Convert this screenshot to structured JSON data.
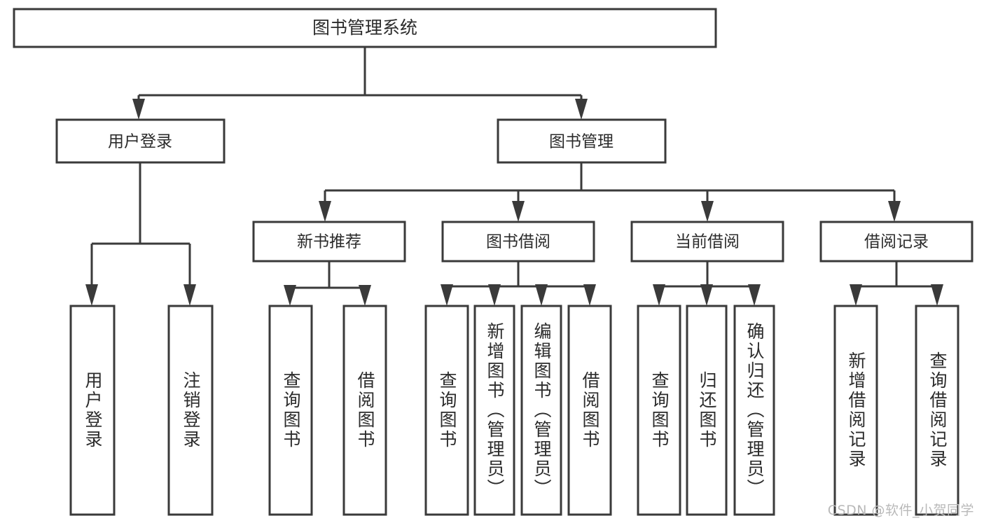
{
  "diagram": {
    "title": "图书管理系统",
    "type": "tree",
    "watermark": "CSDN @软件_小贺同学",
    "colors": {
      "background": "#ffffff",
      "box_fill": "#ffffff",
      "box_stroke": "#3a3a3a",
      "text": "#2b2b2b",
      "connector": "#3a3a3a",
      "watermark": "#b9b9b9"
    },
    "root": {
      "label": "图书管理系统",
      "level": 0
    },
    "level1": [
      {
        "label": "用户登录",
        "level": 1
      },
      {
        "label": "图书管理",
        "level": 1
      }
    ],
    "level2": [
      {
        "label": "新书推荐",
        "level": 2,
        "parent": "图书管理"
      },
      {
        "label": "图书借阅",
        "level": 2,
        "parent": "图书管理"
      },
      {
        "label": "当前借阅",
        "level": 2,
        "parent": "图书管理"
      },
      {
        "label": "借阅记录",
        "level": 2,
        "parent": "图书管理"
      }
    ],
    "leaves": [
      {
        "label": "用户登录",
        "parent": "用户登录",
        "orientation": "vertical"
      },
      {
        "label": "注销登录",
        "parent": "用户登录",
        "orientation": "vertical"
      },
      {
        "label": "查询图书",
        "parent": "新书推荐",
        "orientation": "vertical"
      },
      {
        "label": "借阅图书",
        "parent": "新书推荐",
        "orientation": "vertical"
      },
      {
        "label": "查询图书",
        "parent": "图书借阅",
        "orientation": "vertical"
      },
      {
        "label": "新增图书（管理员）",
        "parent": "图书借阅",
        "orientation": "vertical"
      },
      {
        "label": "编辑图书（管理员）",
        "parent": "图书借阅",
        "orientation": "vertical"
      },
      {
        "label": "借阅图书",
        "parent": "图书借阅",
        "orientation": "vertical"
      },
      {
        "label": "查询图书",
        "parent": "当前借阅",
        "orientation": "vertical"
      },
      {
        "label": "归还图书",
        "parent": "当前借阅",
        "orientation": "vertical"
      },
      {
        "label": "确认归还（管理员）",
        "parent": "当前借阅",
        "orientation": "vertical"
      },
      {
        "label": "新增借阅记录",
        "parent": "借阅记录",
        "orientation": "vertical"
      },
      {
        "label": "查询借阅记录",
        "parent": "借阅记录",
        "orientation": "vertical"
      }
    ]
  }
}
